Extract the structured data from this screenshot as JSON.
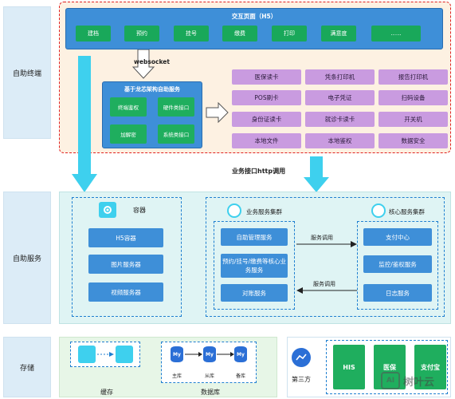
{
  "rows": {
    "terminal": "自助终端",
    "service": "自助服务",
    "storage": "存储"
  },
  "h5": {
    "title": "交互页面（H5）",
    "buttons": [
      "建档",
      "预约",
      "挂号",
      "缴费",
      "打印",
      "满意度",
      "......"
    ]
  },
  "websocket": "websocket",
  "longxin": {
    "title": "基于龙芯架构自助服务",
    "cells": [
      "终端鉴权",
      "硬件类接口",
      "加解密",
      "系统类接口"
    ]
  },
  "devices": [
    [
      "医保读卡",
      "凭条打印机",
      "报告打印机"
    ],
    [
      "POS刷卡",
      "电子凭证",
      "扫码设备"
    ],
    [
      "身份证读卡",
      "就诊卡读卡",
      "开关机"
    ],
    [
      "本地文件",
      "本地鉴权",
      "数据安全"
    ]
  ],
  "http_label": "业务接口http调用",
  "container": {
    "title": "容器",
    "items": [
      "H5容器",
      "图片服务器",
      "视频服务器"
    ]
  },
  "business_cluster": {
    "title": "业务服务集群",
    "items": [
      "自助管理服务",
      "预约/挂号/缴费等核心业务服务",
      "对账服务"
    ]
  },
  "core_cluster": {
    "title": "核心服务集群",
    "items": [
      "支付中心",
      "监控/鉴权服务",
      "日志服务"
    ]
  },
  "service_call_1": "服务调用",
  "service_call_2": "服务调用",
  "storage": {
    "cache": "缓存",
    "database": "数据库",
    "db_nodes": [
      "主库",
      "从库",
      "备库"
    ],
    "db_icon": "My"
  },
  "third_party": {
    "label": "第三方",
    "items": [
      "HIS",
      "医保",
      "支付宝"
    ]
  },
  "watermark": "树叶云",
  "colors": {
    "h5_blue": "#3e8fd8",
    "green": "#1fae5e",
    "purple": "#c99be0",
    "red_dash": "#e02020",
    "light_bg": "#dcecf7",
    "teal_bg": "#dff4f4",
    "arrow_cyan": "#3ed0ee"
  }
}
